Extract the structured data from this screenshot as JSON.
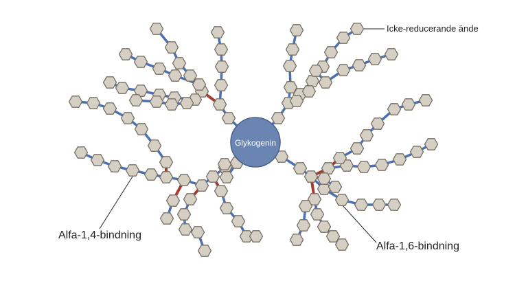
{
  "diagram": {
    "center_label": "Glykogenin",
    "labels": {
      "non_reducing_end": "Icke-reducerande ände",
      "alpha_1_4": "Alfa-1,4-bindning",
      "alpha_1_6": "Alfa-1,6-bindning"
    },
    "colors": {
      "glucose_fill": "#d6cfc4",
      "glucose_stroke": "#777066",
      "alpha_1_4_bond": "#4a6fb5",
      "alpha_1_6_bond": "#a53b2e",
      "glycogenin_fill": "#6b85b3",
      "glycogenin_stroke": "#4a5f8a"
    }
  }
}
